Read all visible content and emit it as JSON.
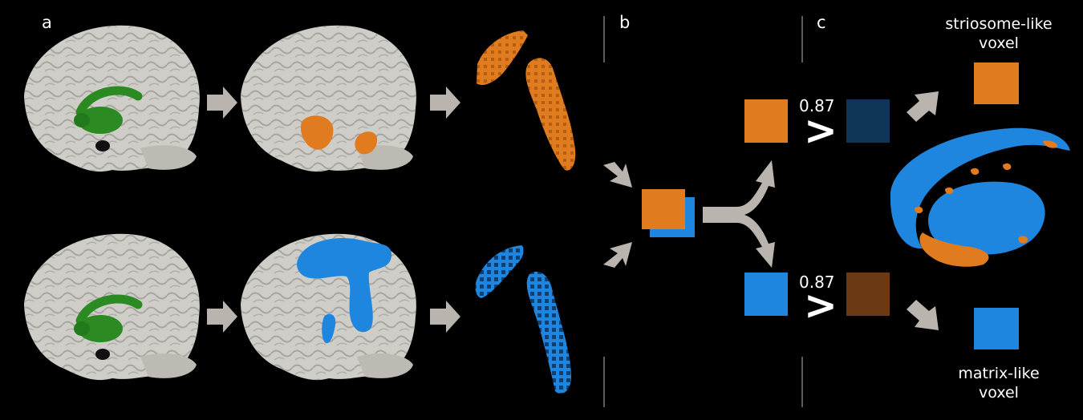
{
  "panels": {
    "a": "a",
    "b": "b",
    "c": "c"
  },
  "threshold": {
    "top": "0.87",
    "bottom": "0.87",
    "operator": ">"
  },
  "outputs": {
    "striosome_line1": "striosome-like",
    "striosome_line2": "voxel",
    "matrix_line1": "matrix-like",
    "matrix_line2": "voxel"
  },
  "colors": {
    "background": "#000000",
    "brain": "#cfcdc8",
    "caudate_putamen_seed": "#2b8a22",
    "striosome": "#e07b1f",
    "matrix": "#1f86e0",
    "striosome_dark": "#0f3558",
    "matrix_dark": "#6b3a14",
    "arrow": "#b9b5ae"
  }
}
